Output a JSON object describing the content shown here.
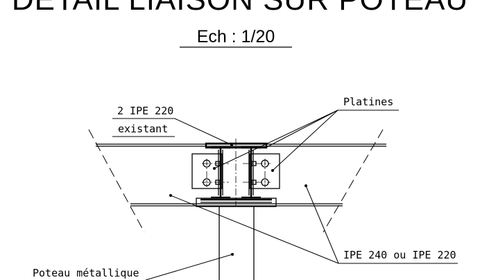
{
  "drawing": {
    "title": "DÉTAIL LIAISON SUR POTEAU",
    "scale": "Ech : 1/20",
    "labels": {
      "beam_top_line1": "2 IPE 220",
      "beam_top_line2": "existant",
      "plates": "Platines",
      "beam_side": "IPE 240 ou IPE 220",
      "column": "Poteau métallique"
    }
  }
}
